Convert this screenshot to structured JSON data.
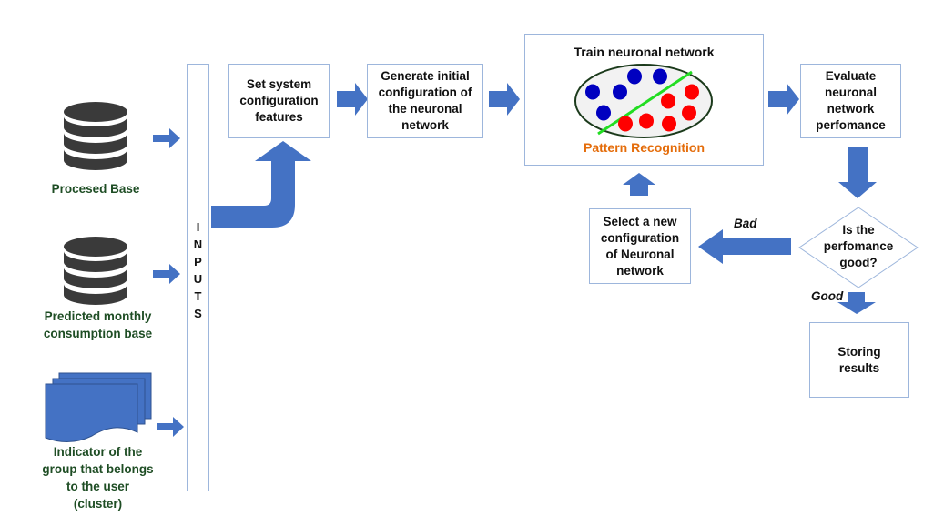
{
  "colors": {
    "arrow": "#4472c4",
    "box_border": "#9db6dc",
    "db_icon": "#3a3a3a",
    "input_label": "#1e4d24",
    "pattern_label": "#e46c0a",
    "class_a": "#0000c0",
    "class_b": "#ff0000",
    "separator": "#22dd22"
  },
  "inputs": {
    "column_letters": [
      "I",
      "N",
      "P",
      "U",
      "T",
      "S"
    ],
    "items": [
      {
        "icon": "database-icon",
        "label": "Procesed Base"
      },
      {
        "icon": "database-icon",
        "label_lines": [
          "Predicted monthly",
          "consumption base"
        ]
      },
      {
        "icon": "multi-document-icon",
        "label_lines": [
          "Indicator of the",
          "group that belongs",
          "to the user",
          "(cluster)"
        ]
      }
    ]
  },
  "steps": {
    "set_config": [
      "Set system",
      "configuration",
      "features"
    ],
    "generate_initial": [
      "Generate initial",
      "configuration of",
      "the neuronal",
      "network"
    ],
    "train": {
      "title": "Train neuronal network",
      "caption": "Pattern Recognition"
    },
    "evaluate": [
      "Evaluate",
      "neuronal",
      "network",
      "perfomance"
    ],
    "decision": [
      "Is the",
      "perfomance",
      "good?"
    ],
    "select_new": [
      "Select a new",
      "configuration",
      "of Neuronal",
      "network"
    ],
    "storing": [
      "Storing",
      "results"
    ]
  },
  "edge_labels": {
    "bad": "Bad",
    "good": "Good"
  }
}
